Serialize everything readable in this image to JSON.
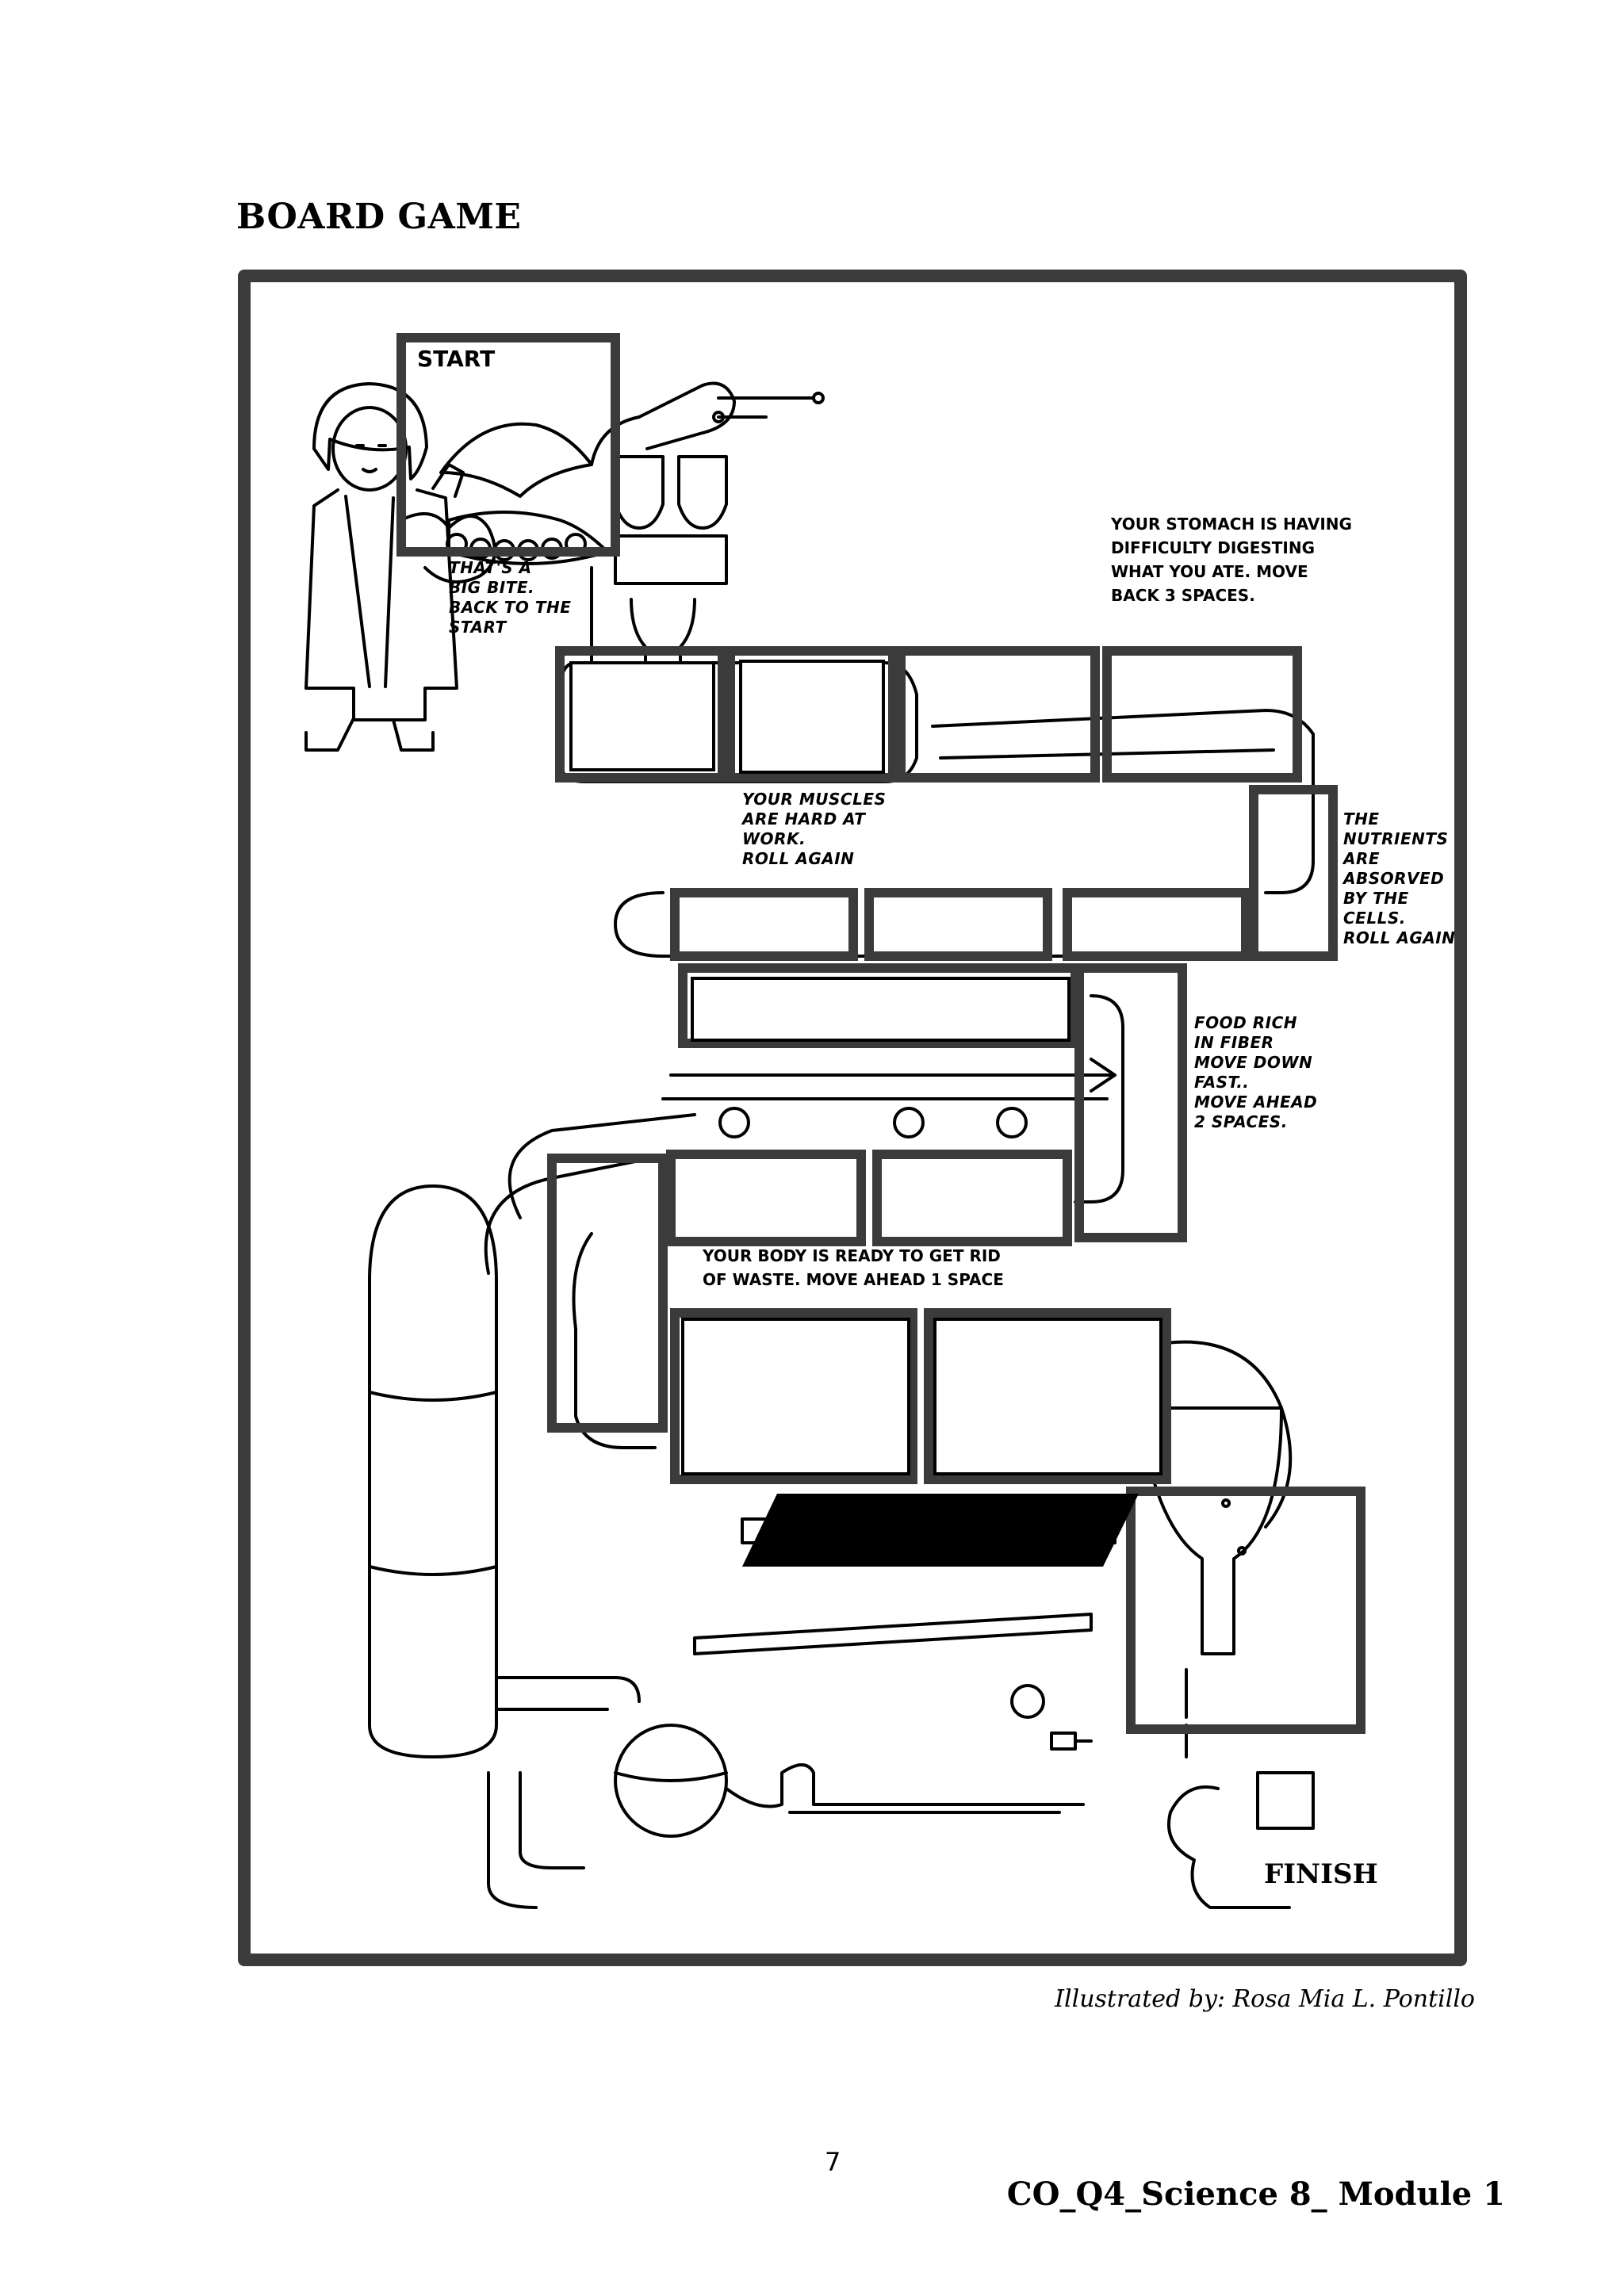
{
  "page": {
    "title": "BOARD GAME",
    "credit": "Illustrated by: Rosa Mia L. Pontillo",
    "page_number": "7",
    "footer": "CO_Q4_Science 8_ Module 1"
  },
  "board": {
    "start_label": "START",
    "finish_label": "FINISH",
    "spaces": [
      {
        "text": "THAT'S A\nBIG BITE.\nBACK TO THE\nSTART"
      },
      {
        "text": "YOUR STOMACH IS HAVING\nDIFFICULTY DIGESTING\nWHAT YOU ATE. MOVE\nBACK 3 SPACES."
      },
      {
        "text": "YOUR MUSCLES\nARE HARD AT\nWORK.\nROLL AGAIN"
      },
      {
        "text": "THE\nNUTRIENTS\nARE\nABSORVED\nBY THE\nCELLS.\nROLL AGAIN."
      },
      {
        "text": "FOOD RICH\nIN FIBER\nMOVE DOWN\nFAST..\nMOVE AHEAD\n2 SPACES."
      },
      {
        "text": "YOUR BODY IS READY TO GET RID\nOF WASTE. MOVE AHEAD 1 SPACE"
      }
    ]
  }
}
